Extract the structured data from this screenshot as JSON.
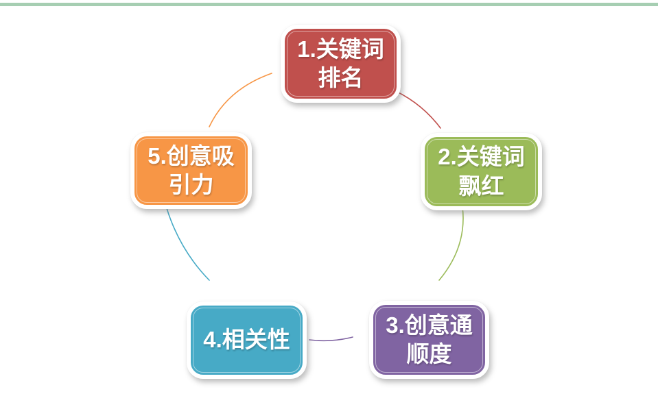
{
  "page": {
    "background_color": "#ffffff",
    "top_divider_color": "#a6ceb2"
  },
  "diagram": {
    "type": "cycle",
    "nodes": [
      {
        "id": 1,
        "label": "1.关键词排名",
        "lines": [
          "1.关键词",
          "排名"
        ],
        "color": "#c0504d"
      },
      {
        "id": 2,
        "label": "2.关键词飘红",
        "lines": [
          "2.关键词",
          "飘红"
        ],
        "color": "#9bbb59"
      },
      {
        "id": 3,
        "label": "3.创意通顺度",
        "lines": [
          "3.创意通",
          "顺度"
        ],
        "color": "#8064a2"
      },
      {
        "id": 4,
        "label": "4.相关性",
        "lines": [
          "4.相关性"
        ],
        "color": "#47aac6"
      },
      {
        "id": 5,
        "label": "5.创意吸引力",
        "lines": [
          "5.创意吸",
          "引力"
        ],
        "color": "#f79646"
      }
    ],
    "connectors": [
      {
        "from": 1,
        "to": 2,
        "color": "#c0504d"
      },
      {
        "from": 2,
        "to": 3,
        "color": "#9bbb59"
      },
      {
        "from": 3,
        "to": 4,
        "color": "#8064a2"
      },
      {
        "from": 4,
        "to": 5,
        "color": "#47aac6"
      },
      {
        "from": 5,
        "to": 1,
        "color": "#f79646"
      }
    ]
  }
}
